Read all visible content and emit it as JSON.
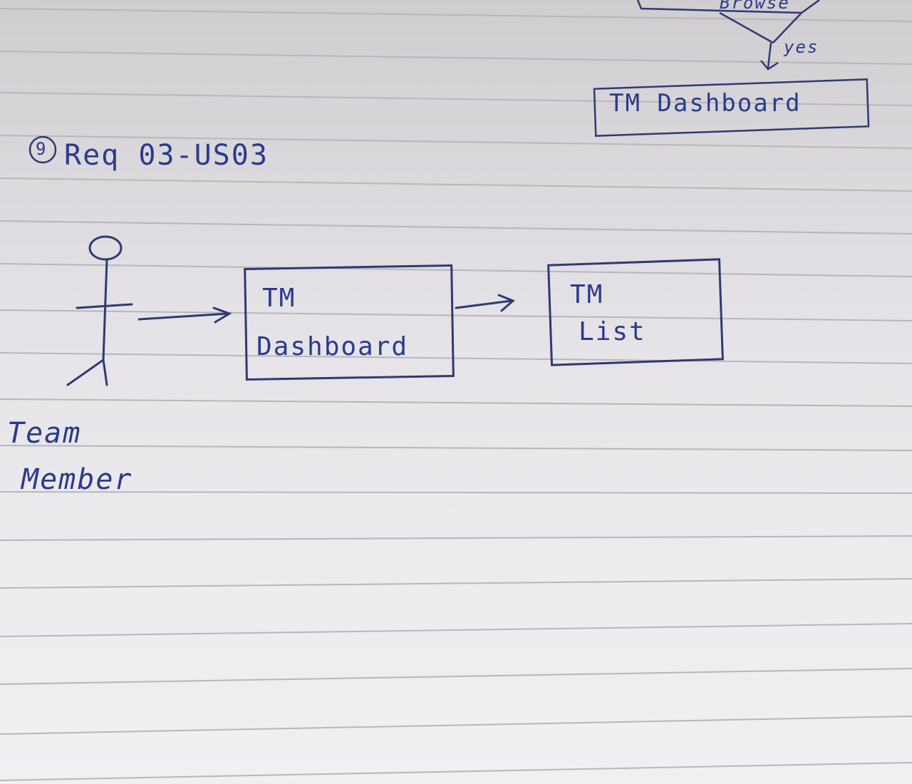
{
  "top_fragment": {
    "decision_label": "Browse",
    "branch_label": "yes",
    "target_box": "TM Dashboard"
  },
  "heading": {
    "number": "9",
    "title": "Req 03-US03"
  },
  "actor": {
    "name_line1": "Team",
    "name_line2": "Member"
  },
  "boxes": {
    "dashboard": {
      "line1": "TM",
      "line2": "Dashboard"
    },
    "list": {
      "line1": "TM",
      "line2": "List"
    }
  },
  "colors": {
    "ink": "#2b3a8c",
    "box_ink": "#2e3a72",
    "rule_line": "#b9b8bd"
  }
}
